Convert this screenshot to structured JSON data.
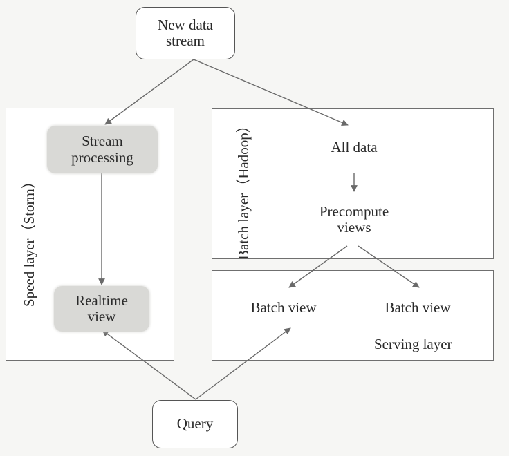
{
  "nodes": {
    "new_data_stream": "New data\nstream",
    "stream_processing": "Stream\nprocessing",
    "realtime_view": "Realtime\nview",
    "all_data": "All data",
    "precompute_views": "Precompute\nviews",
    "batch_view_left": "Batch view",
    "batch_view_right": "Batch view",
    "query": "Query"
  },
  "layers": {
    "speed": "Speed layer（Storm）",
    "batch": "Batch layer（Hadoop）",
    "serving": "Serving layer"
  },
  "colors": {
    "line": "#6a6a6a",
    "shaded_fill": "#d9d9d6",
    "panel_border": "#6f6f6f"
  }
}
